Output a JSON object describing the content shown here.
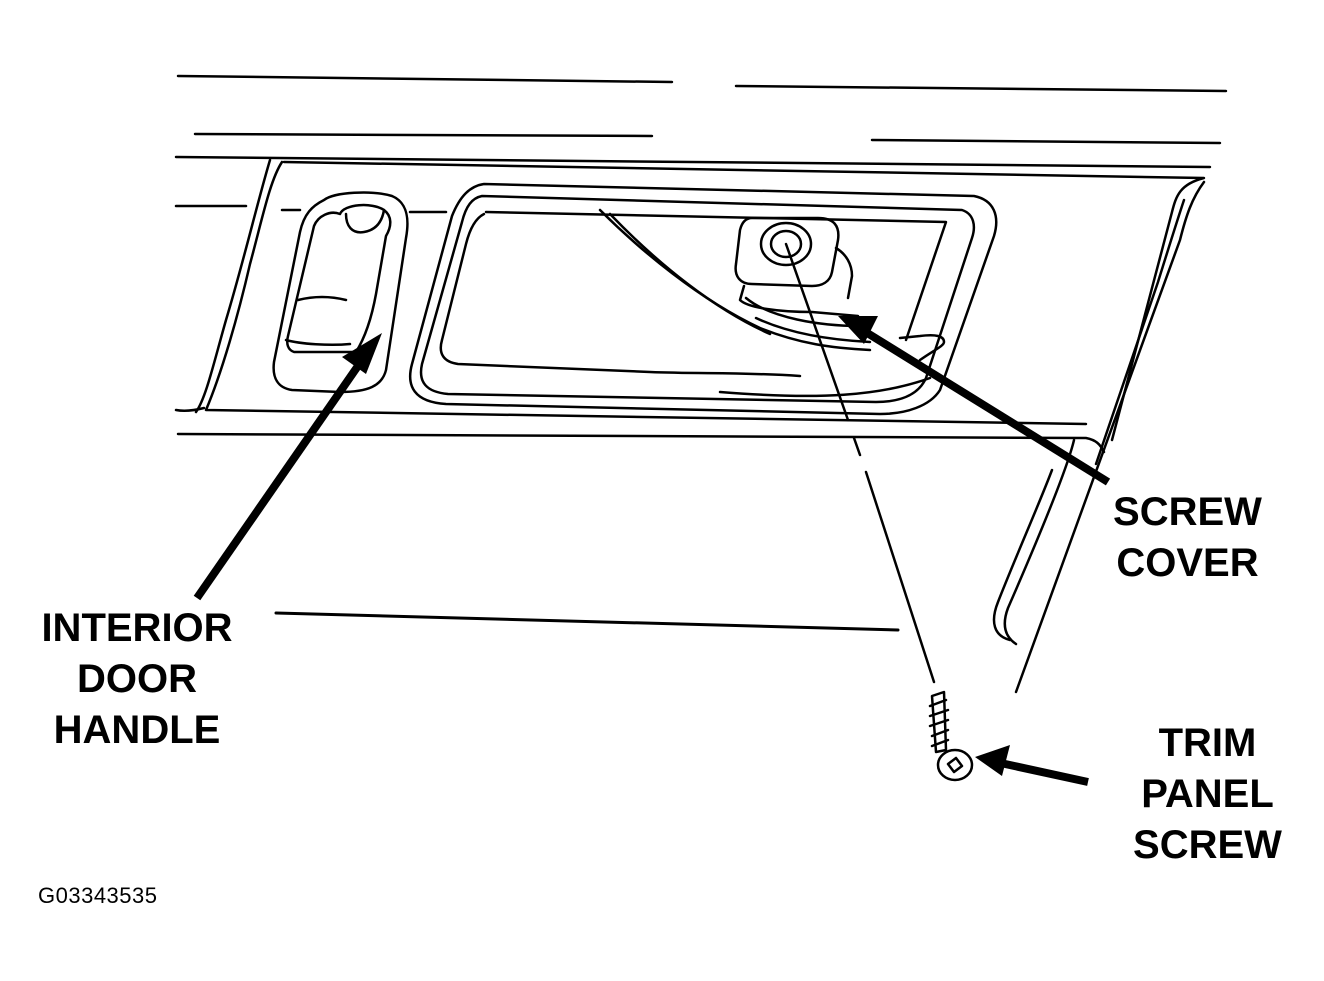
{
  "labels": {
    "interior_door_handle": [
      "INTERIOR",
      "DOOR",
      "HANDLE"
    ],
    "screw_cover": [
      "SCREW",
      "COVER"
    ],
    "trim_panel_screw": [
      "TRIM",
      "PANEL",
      "SCREW"
    ]
  },
  "figure_id": "G03343535",
  "colors": {
    "ink": "#000000",
    "paper": "#ffffff"
  }
}
